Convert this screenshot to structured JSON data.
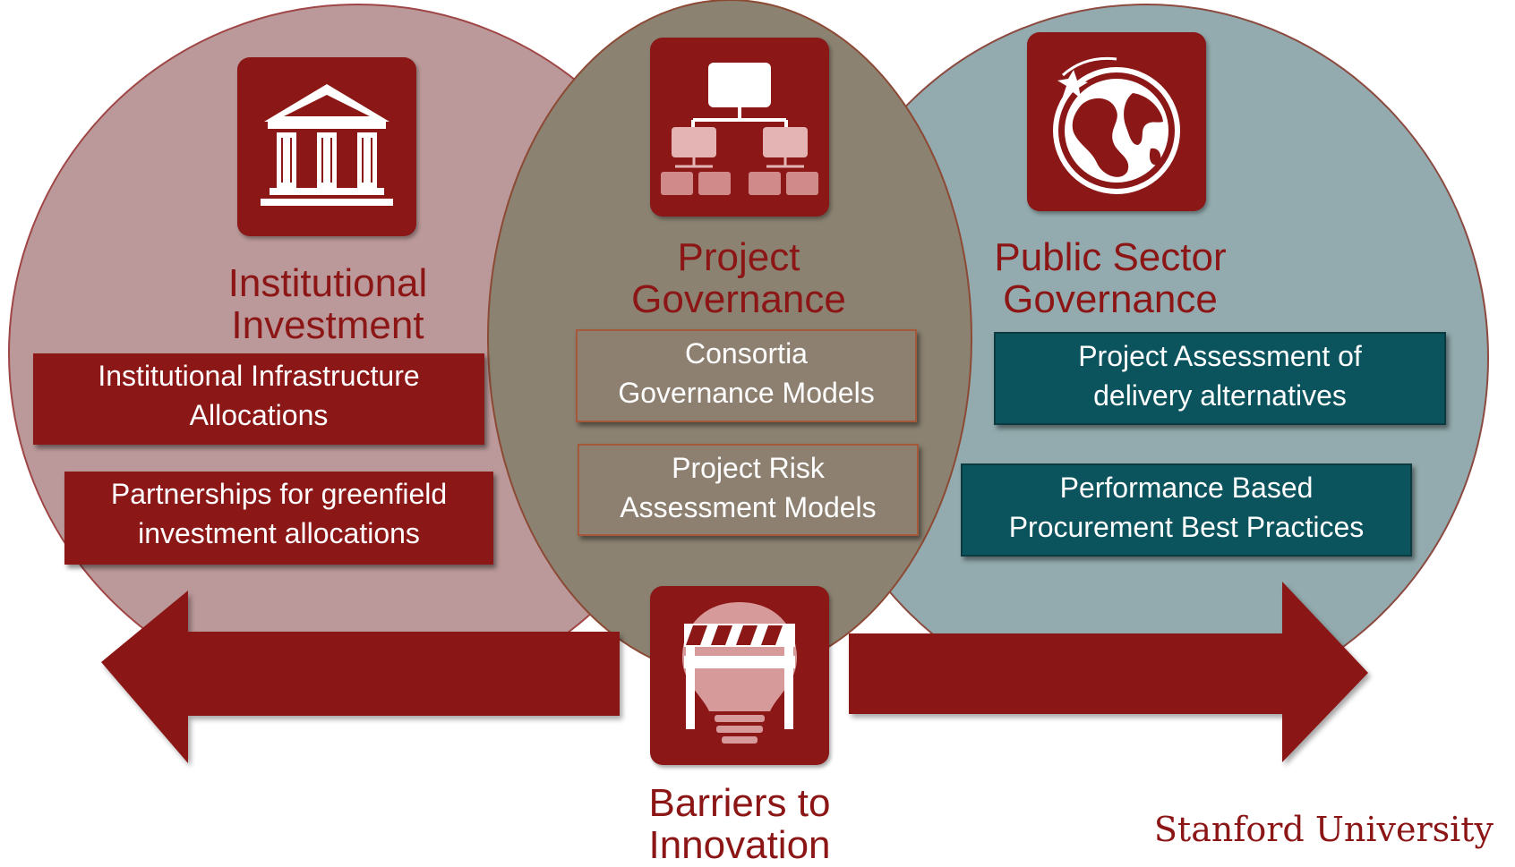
{
  "logo": {
    "text": "Stanford University"
  },
  "headings": {
    "institutional": [
      "Institutional",
      "Investment"
    ],
    "project": [
      "Project",
      "Governance"
    ],
    "public": [
      "Public Sector",
      "Governance"
    ],
    "barriers": [
      "Barriers to",
      "Innovation"
    ]
  },
  "boxes": {
    "institutional_infrastructure": [
      "Institutional Infrastructure",
      "Allocations"
    ],
    "partnerships": [
      "Partnerships for greenfield",
      "investment allocations"
    ],
    "consortia": [
      "Consortia",
      "Governance Models"
    ],
    "risk": [
      "Project Risk",
      "Assessment Models"
    ],
    "assessment": [
      "Project Assessment of",
      "delivery alternatives"
    ],
    "procurement": [
      "Performance Based",
      "Procurement Best Practices"
    ]
  },
  "icons": {
    "institutional": "bank-building-icon",
    "project": "org-chart-icon",
    "public": "globe-icon",
    "barriers": "barrier-lightbulb-icon"
  },
  "colors": {
    "brand_red": "#8c1515",
    "left_circle": "#bb999a",
    "middle_circle": "#8b8271",
    "right_circle": "#93abae",
    "teal": "#0b545e"
  }
}
